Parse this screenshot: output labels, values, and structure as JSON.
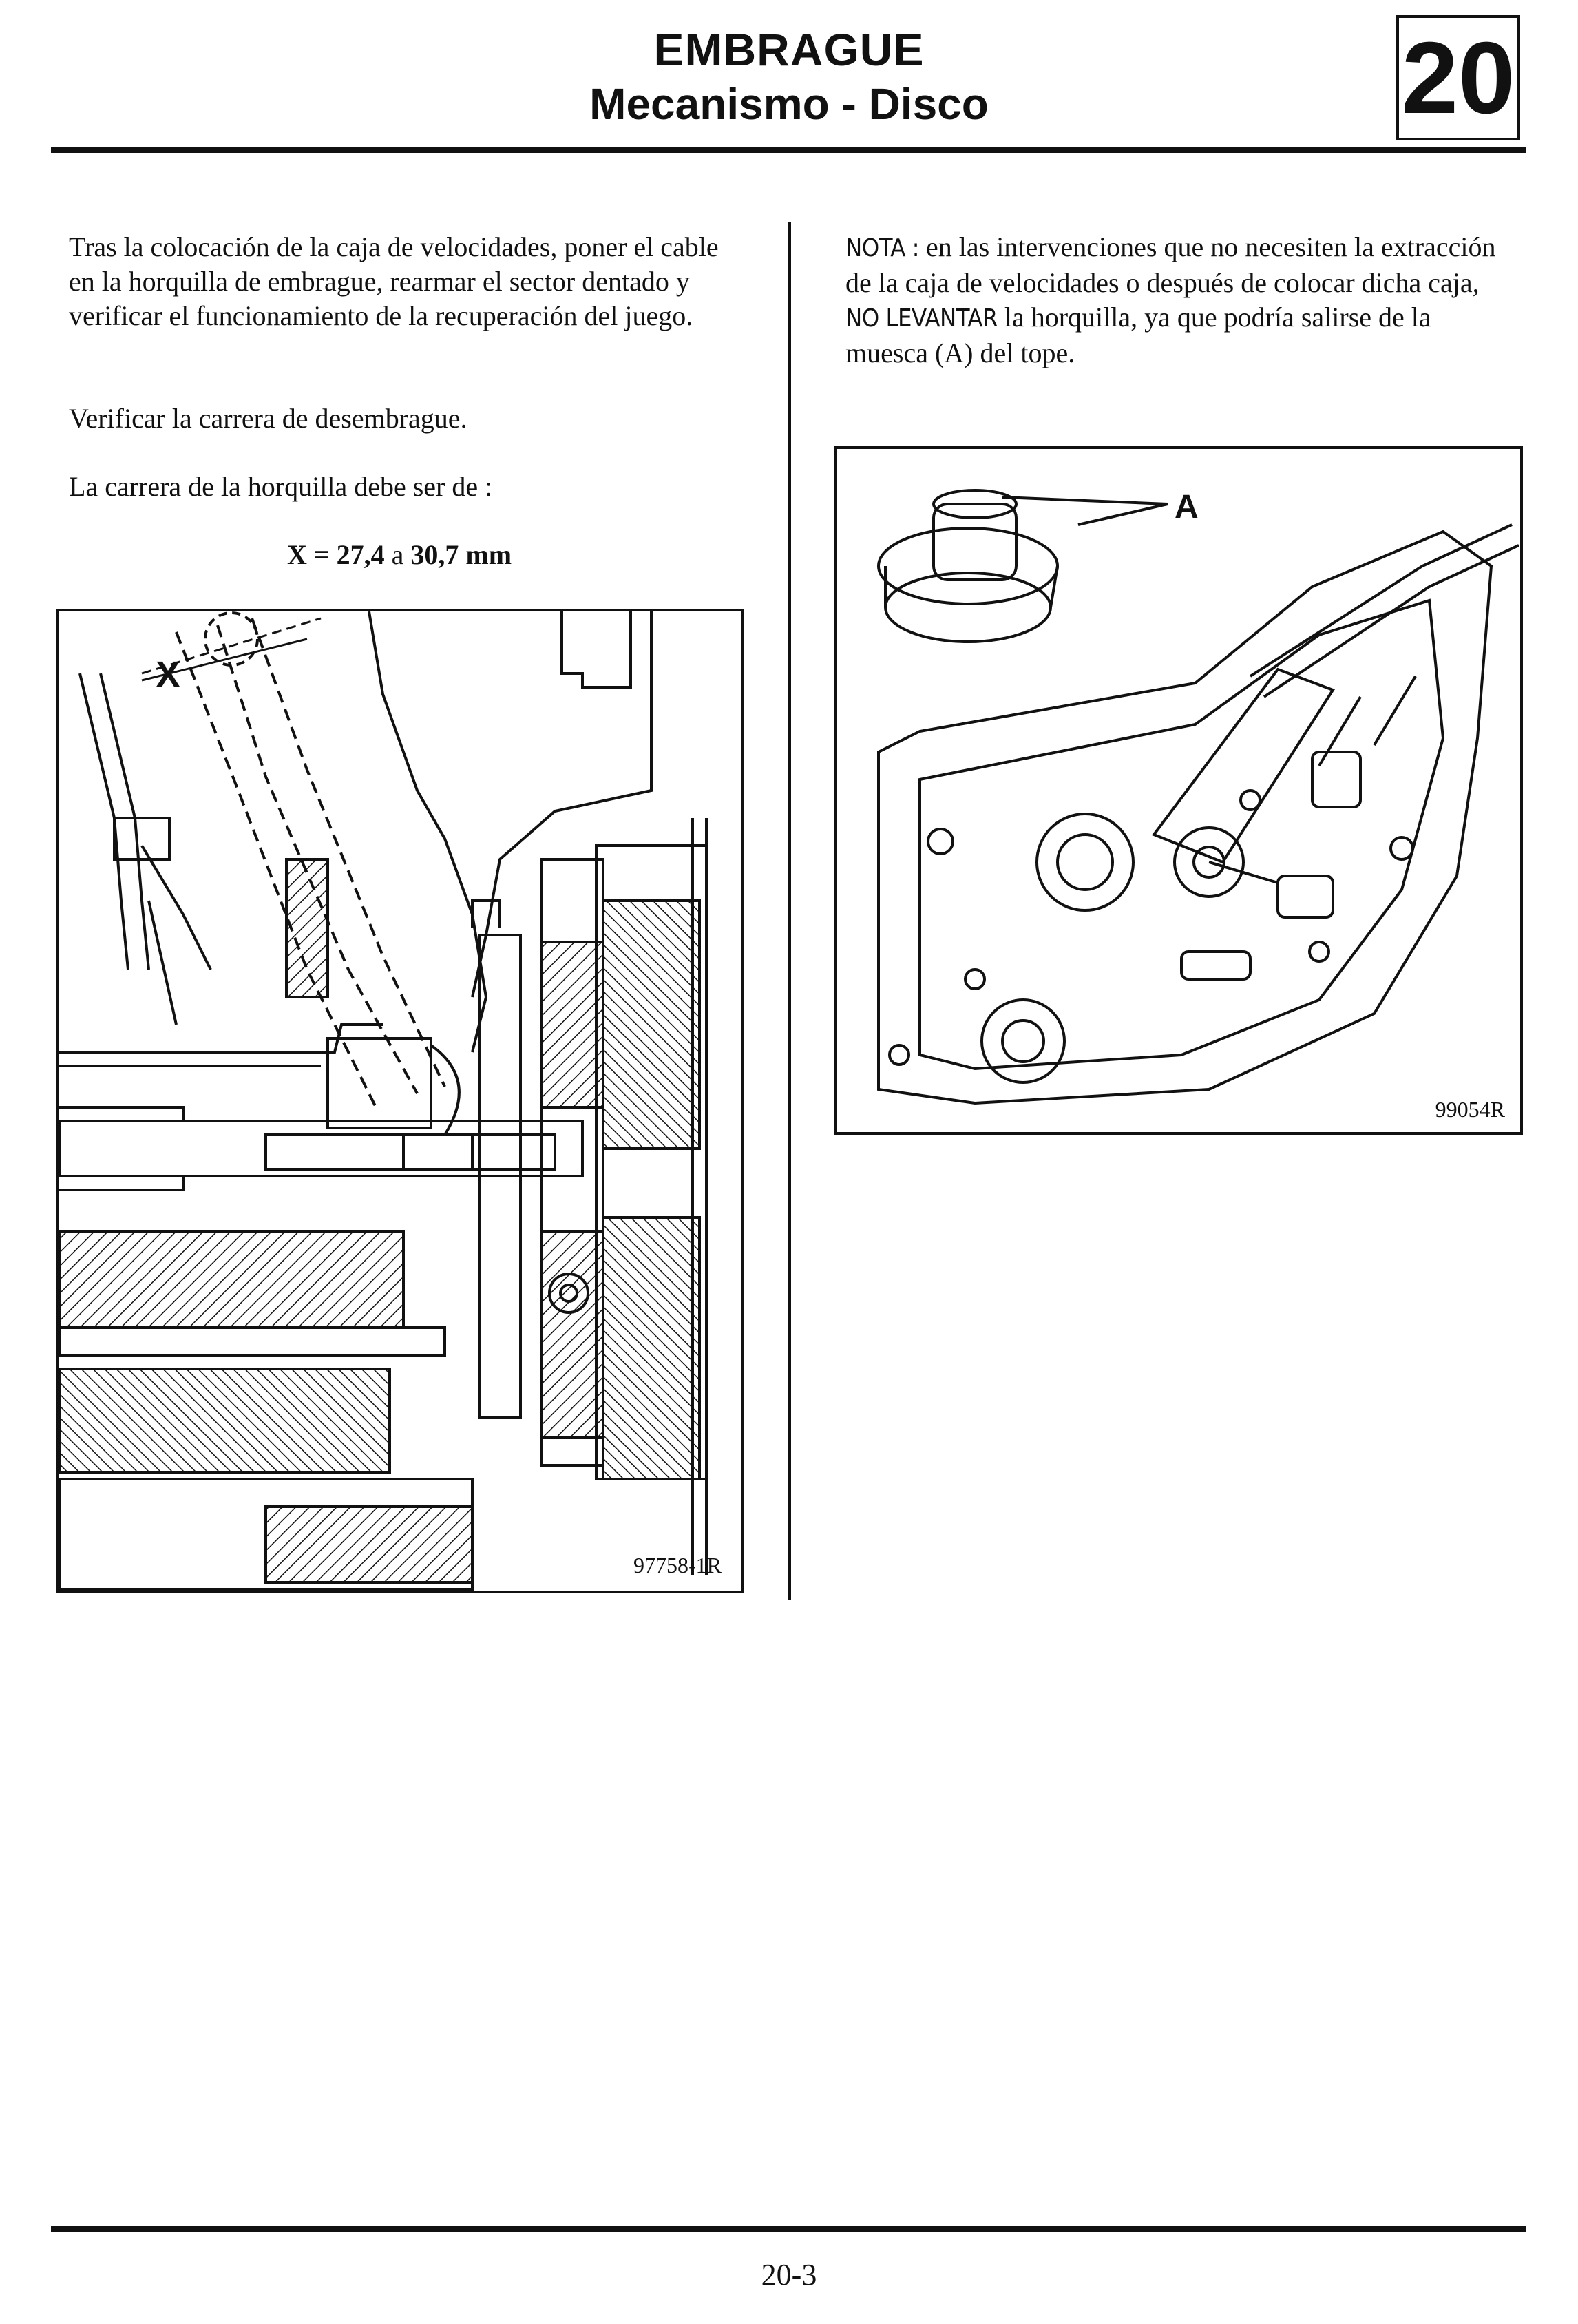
{
  "header": {
    "title": "EMBRAGUE",
    "subtitle": "Mecanismo - Disco",
    "chapter": "20"
  },
  "left_column": {
    "paragraph1": "Tras la colocación de la caja de velocidades, poner el cable en la horquilla de embrague, rearmar el sector dentado y verificar el funcionamiento de la recuperación del juego.",
    "paragraph2": "Verificar la carrera de desembrague.",
    "paragraph3": "La carrera de la horquilla debe ser de :",
    "spec": {
      "x_label": "X = 27,4",
      "connector": " a ",
      "max_value": "30,7 mm"
    },
    "figure": {
      "id": "97758-1R",
      "x_marker": "X"
    }
  },
  "right_column": {
    "note_label": "NOTA :",
    "note_text_1": " en las intervenciones que no necesiten la extracción de la caja de velocidades o después de colocar dicha caja, ",
    "note_emphasis": "NO LEVANTAR",
    "note_text_2": " la horquilla, ya que podría salirse de la muesca (A) del tope.",
    "figure": {
      "id": "99054R",
      "callout": "A"
    }
  },
  "footer": {
    "page_number": "20-3"
  }
}
